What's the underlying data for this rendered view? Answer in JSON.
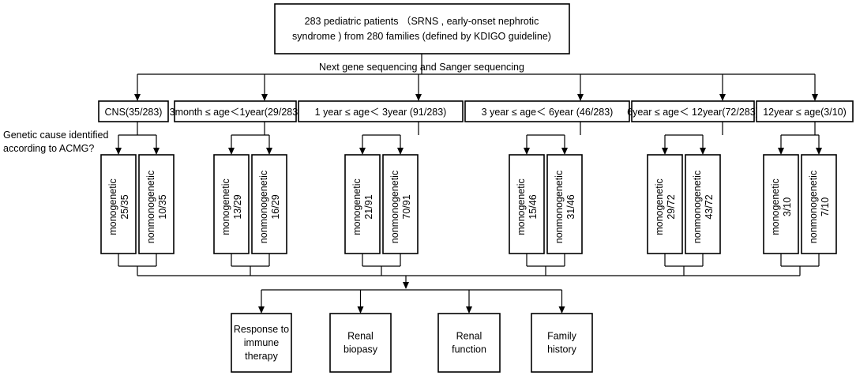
{
  "top_box": {
    "line1": "283 pediatric patients （SRNS , early-onset nephrotic",
    "line2": "syndrome ) from 280 families (defined by KDIGO guideline)"
  },
  "sequencing_label": "Next gene sequencing and Sanger sequencing",
  "side_question": {
    "line1": "Genetic cause identified",
    "line2": "according to ACMG?"
  },
  "age_groups": [
    {
      "label": "CNS(35/283)",
      "monogenetic": {
        "label": "monogenetic",
        "count": "25/35"
      },
      "nonmonogenetic": {
        "label": "nonmonogenetic",
        "count": "10/35"
      }
    },
    {
      "label": "3month ≤ age＜1year(29/283)",
      "monogenetic": {
        "label": "monogenetic",
        "count": "13/29"
      },
      "nonmonogenetic": {
        "label": "nonmonogenetic",
        "count": "16/29"
      }
    },
    {
      "label": "1 year ≤ age＜ 3year (91/283)",
      "monogenetic": {
        "label": "monogenetic",
        "count": "21/91"
      },
      "nonmonogenetic": {
        "label": "nonmonogenetic",
        "count": "70/91"
      }
    },
    {
      "label": "3 year ≤ age＜ 6year (46/283)",
      "monogenetic": {
        "label": "monogenetic",
        "count": "15/46"
      },
      "nonmonogenetic": {
        "label": "nonmonogenetic",
        "count": "31/46"
      }
    },
    {
      "label": "6year ≤ age＜ 12year(72/283)",
      "monogenetic": {
        "label": "monogenetic",
        "count": "29/72"
      },
      "nonmonogenetic": {
        "label": "nonmonogenetic",
        "count": "43/72"
      }
    },
    {
      "label": "12year ≤ age(3/10)",
      "monogenetic": {
        "label": "monogenetic",
        "count": "3/10"
      },
      "nonmonogenetic": {
        "label": "nonmonogenetic",
        "count": "7/10"
      }
    }
  ],
  "outcomes": [
    {
      "line1": "Response to",
      "line2": "immune",
      "line3": "therapy"
    },
    {
      "line1": "Renal",
      "line2": "biopasy"
    },
    {
      "line1": "Renal",
      "line2": "function"
    },
    {
      "line1": "Family",
      "line2": "history"
    }
  ]
}
